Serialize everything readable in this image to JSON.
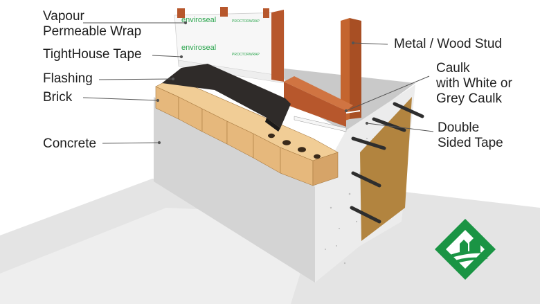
{
  "labels": {
    "vapour_wrap": [
      "Vapour",
      "Permeable Wrap"
    ],
    "tighthouse_tape": "TightHouse Tape",
    "flashing": "Flashing",
    "brick": "Brick",
    "concrete": "Concrete",
    "stud": "Metal / Wood Stud",
    "caulk": [
      "Caulk",
      "with White or",
      "Grey Caulk"
    ],
    "double_tape": [
      "Double",
      "Sided Tape"
    ]
  },
  "wrap_brand": "enviroseal",
  "wrap_brand_small": "PROCTORWRAP",
  "colors": {
    "concrete": "#d2d2d2",
    "concrete_side": "#ebebeb",
    "ground": "#e3e3e3",
    "brick": "#e6b87c",
    "brick_dark": "#c99452",
    "stud": "#b7572c",
    "flashing": "#2f2b29",
    "insulation": "#b2843f",
    "logo": "#1a9444",
    "leader": "#555555",
    "wrap_text": "#2aa54d"
  },
  "icons": [
    "house-logo-icon"
  ]
}
